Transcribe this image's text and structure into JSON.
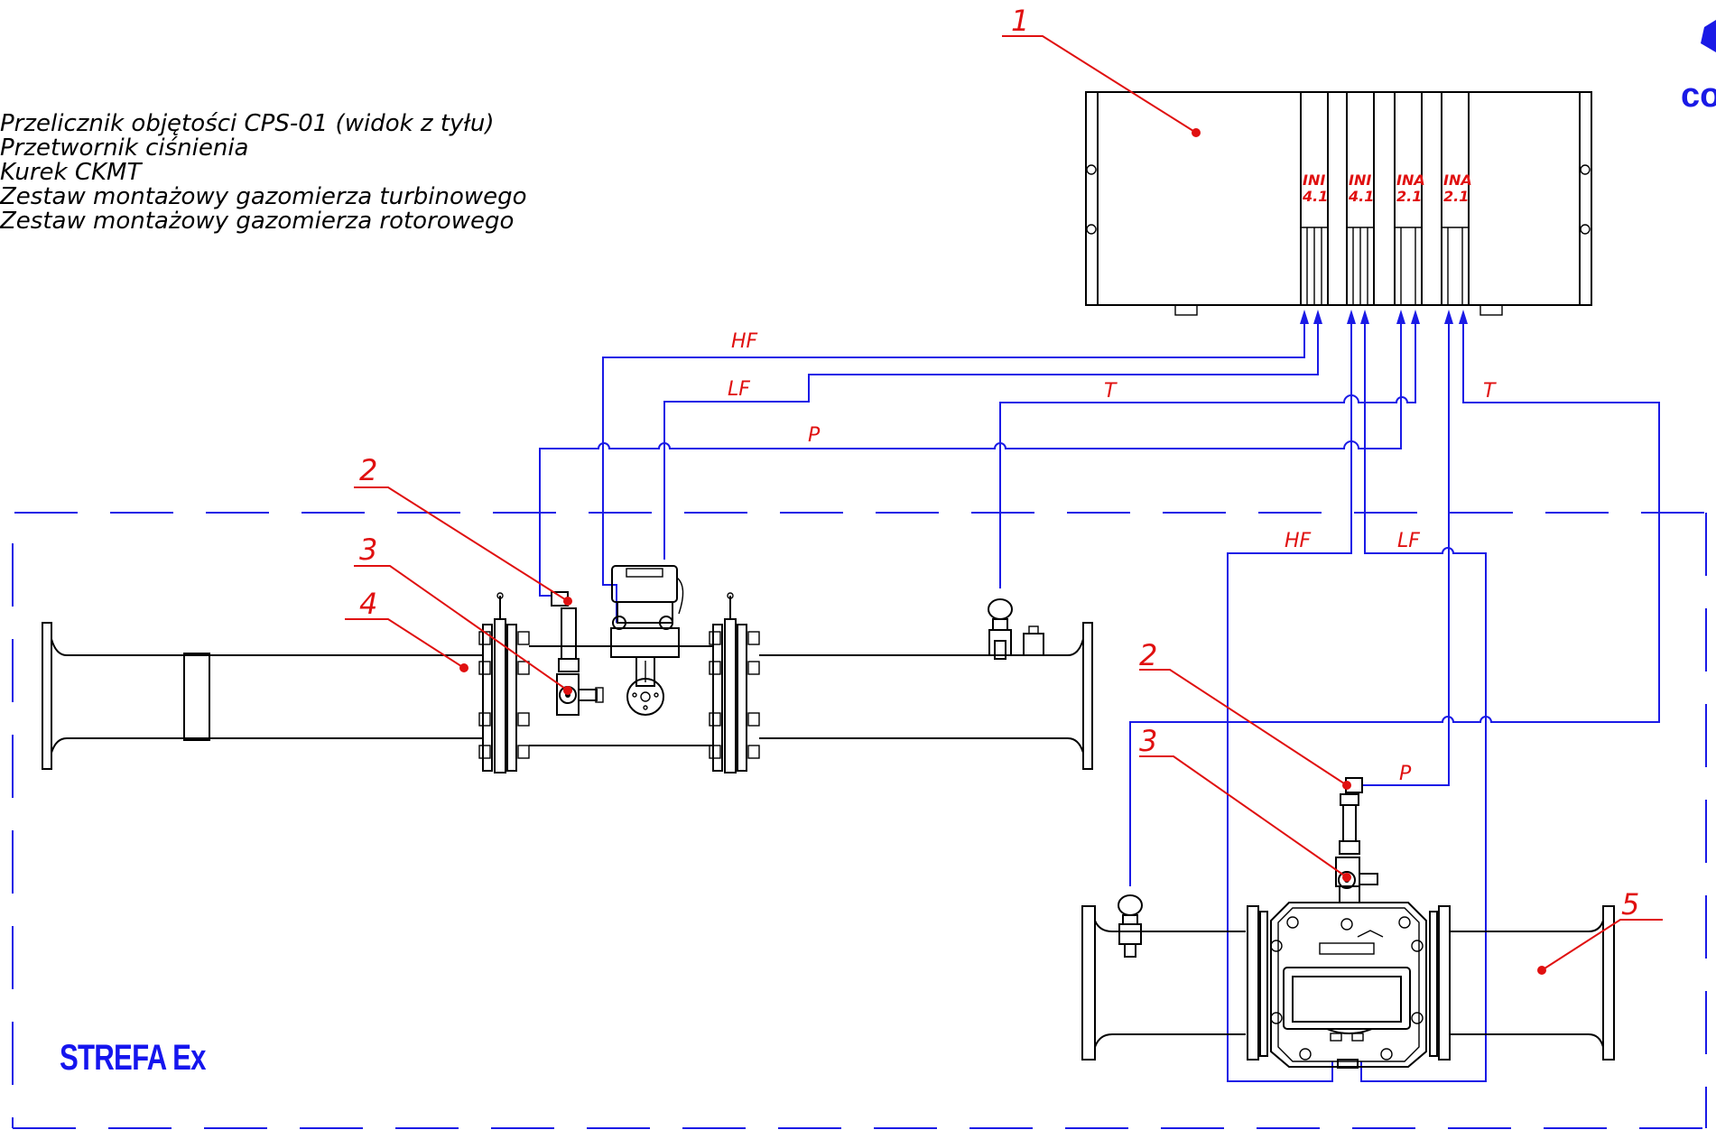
{
  "legend": [
    "Przelicznik objętości CPS-01 (widok z tyłu)",
    "Przetwornik ciśnienia",
    "Kurek CKMT",
    "Zestaw montażowy gazomierza turbinowego",
    "Zestaw montażowy gazomierza rotorowego"
  ],
  "zone_label": "STREFA Ex",
  "logo_fragment": "co",
  "modules": [
    {
      "line1": "INI",
      "line2": "4.1"
    },
    {
      "line1": "INI",
      "line2": "4.1"
    },
    {
      "line1": "INA",
      "line2": "2.1"
    },
    {
      "line1": "INA",
      "line2": "2.1"
    }
  ],
  "callouts": {
    "c1": "1",
    "c2a": "2",
    "c3a": "3",
    "c4": "4",
    "c2b": "2",
    "c3b": "3",
    "c5": "5"
  },
  "signals": {
    "hf_top": "HF",
    "lf_top": "LF",
    "t_left": "T",
    "t_right": "T",
    "p_top": "P",
    "hf_bottom": "HF",
    "lf_bottom": "LF",
    "p_bottom": "P"
  },
  "colors": {
    "wiring": "#1a1ae6",
    "callout": "#e01010",
    "outline": "#000000",
    "zone_text": "#1515ee"
  }
}
